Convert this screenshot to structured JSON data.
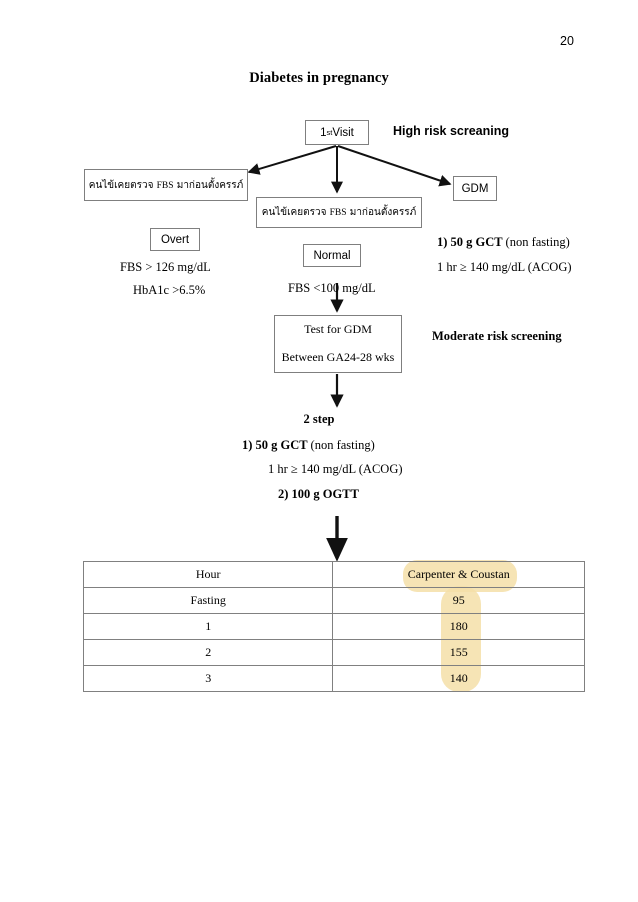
{
  "page": {
    "number": "20",
    "title": "Diabetes in pregnancy"
  },
  "flow": {
    "first_visit": {
      "label": "1",
      "sup": "st",
      "label_tail": " Visit"
    },
    "high_risk_label": "High risk screaning",
    "moderate_risk_label": "Moderate risk screening",
    "thai_box_left": {
      "pre": "คนไข้เคยตรวจ ",
      "lat": "FBS",
      "post": " มาก่อนตั้งครรภ์"
    },
    "thai_box_mid": {
      "pre": "คนไข้เคยตรวจ ",
      "lat": "FBS",
      "post": " มาก่อนตั้งครรภ์"
    },
    "gdm_box": "GDM",
    "overt_box": "Overt",
    "normal_box": "Normal",
    "overt_fbs": "FBS > 126 mg/dL",
    "overt_hba1c": "HbA1c >6.5%",
    "normal_fbs": "FBS  <100 mg/dL",
    "gdm_gct_bold": "1) 50 g GCT ",
    "gdm_gct_norm": "(non fasting)",
    "gdm_gct_value": "1 hr ≥ 140 mg/dL (ACOG)",
    "test_gdm_line1": "Test for GDM",
    "test_gdm_line2": "Between GA24-28 wks",
    "two_step": "2 step",
    "step_1_bold": "1) 50 g GCT ",
    "step_1_norm": "(non fasting)",
    "step_1b": "1 hr ≥ 140 mg/dL (ACOG)",
    "step_2": "2) 100 g OGTT"
  },
  "table": {
    "headers": [
      "Hour",
      "Carpenter & Coustan"
    ],
    "rows": [
      [
        "Fasting",
        "95"
      ],
      [
        "1",
        "180"
      ],
      [
        "2",
        "155"
      ],
      [
        "3",
        "140"
      ]
    ]
  },
  "colors": {
    "highlight": "#f5dfa8",
    "box_border": "#7f7f7f",
    "table_border": "#808080",
    "text": "#000000"
  }
}
